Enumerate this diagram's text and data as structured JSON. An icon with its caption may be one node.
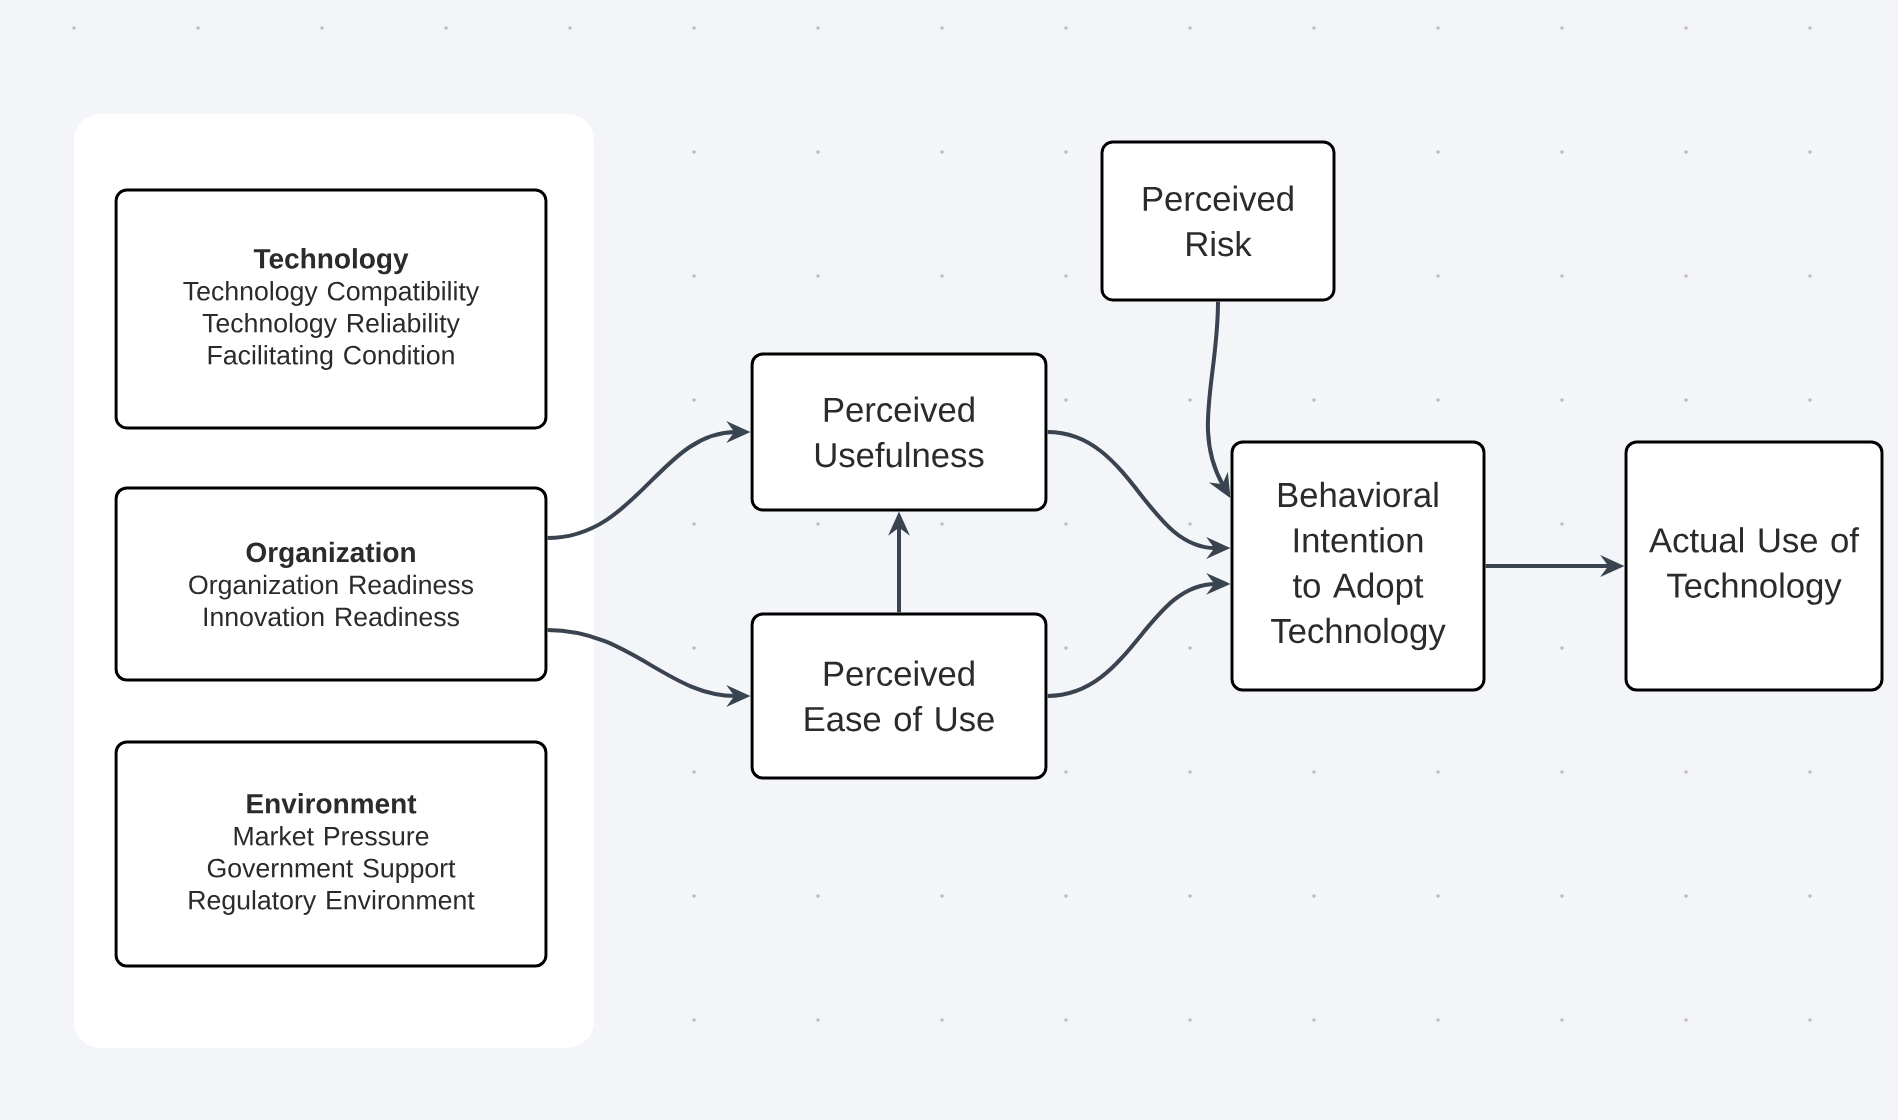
{
  "diagram": {
    "nodes": [
      {
        "text": [
          "Technology",
          "Technology Compatibility",
          "Technology Reliability",
          "Facilitating Condition"
        ]
      },
      {
        "text": [
          "Organization",
          "Organization Readiness",
          "Innovation Readiness"
        ]
      },
      {
        "text": [
          "Environment",
          "Market Pressure",
          "Government Support",
          "Regulatory Environment"
        ]
      },
      {
        "text": [
          "Perceived Risk"
        ]
      },
      {
        "text": [
          "Perceived Usefulness"
        ]
      },
      {
        "text": [
          "Perceived Ease of Use"
        ]
      },
      {
        "text": [
          "Behavioral Intention to Adopt Technology"
        ]
      },
      {
        "text": [
          "Actual Use of Technology"
        ]
      }
    ],
    "edges": [
      {
        "from": 1,
        "to": 4,
        "arrow": "to"
      },
      {
        "from": 1,
        "to": 5,
        "arrow": "to"
      },
      {
        "from": 5,
        "to": 4,
        "arrow": "to"
      },
      {
        "from": 3,
        "to": 6,
        "arrow": "to"
      },
      {
        "from": 4,
        "to": 6,
        "arrow": "to"
      },
      {
        "from": 5,
        "to": 6,
        "arrow": "to"
      },
      {
        "from": 6,
        "to": 7,
        "arrow": "to"
      }
    ]
  }
}
